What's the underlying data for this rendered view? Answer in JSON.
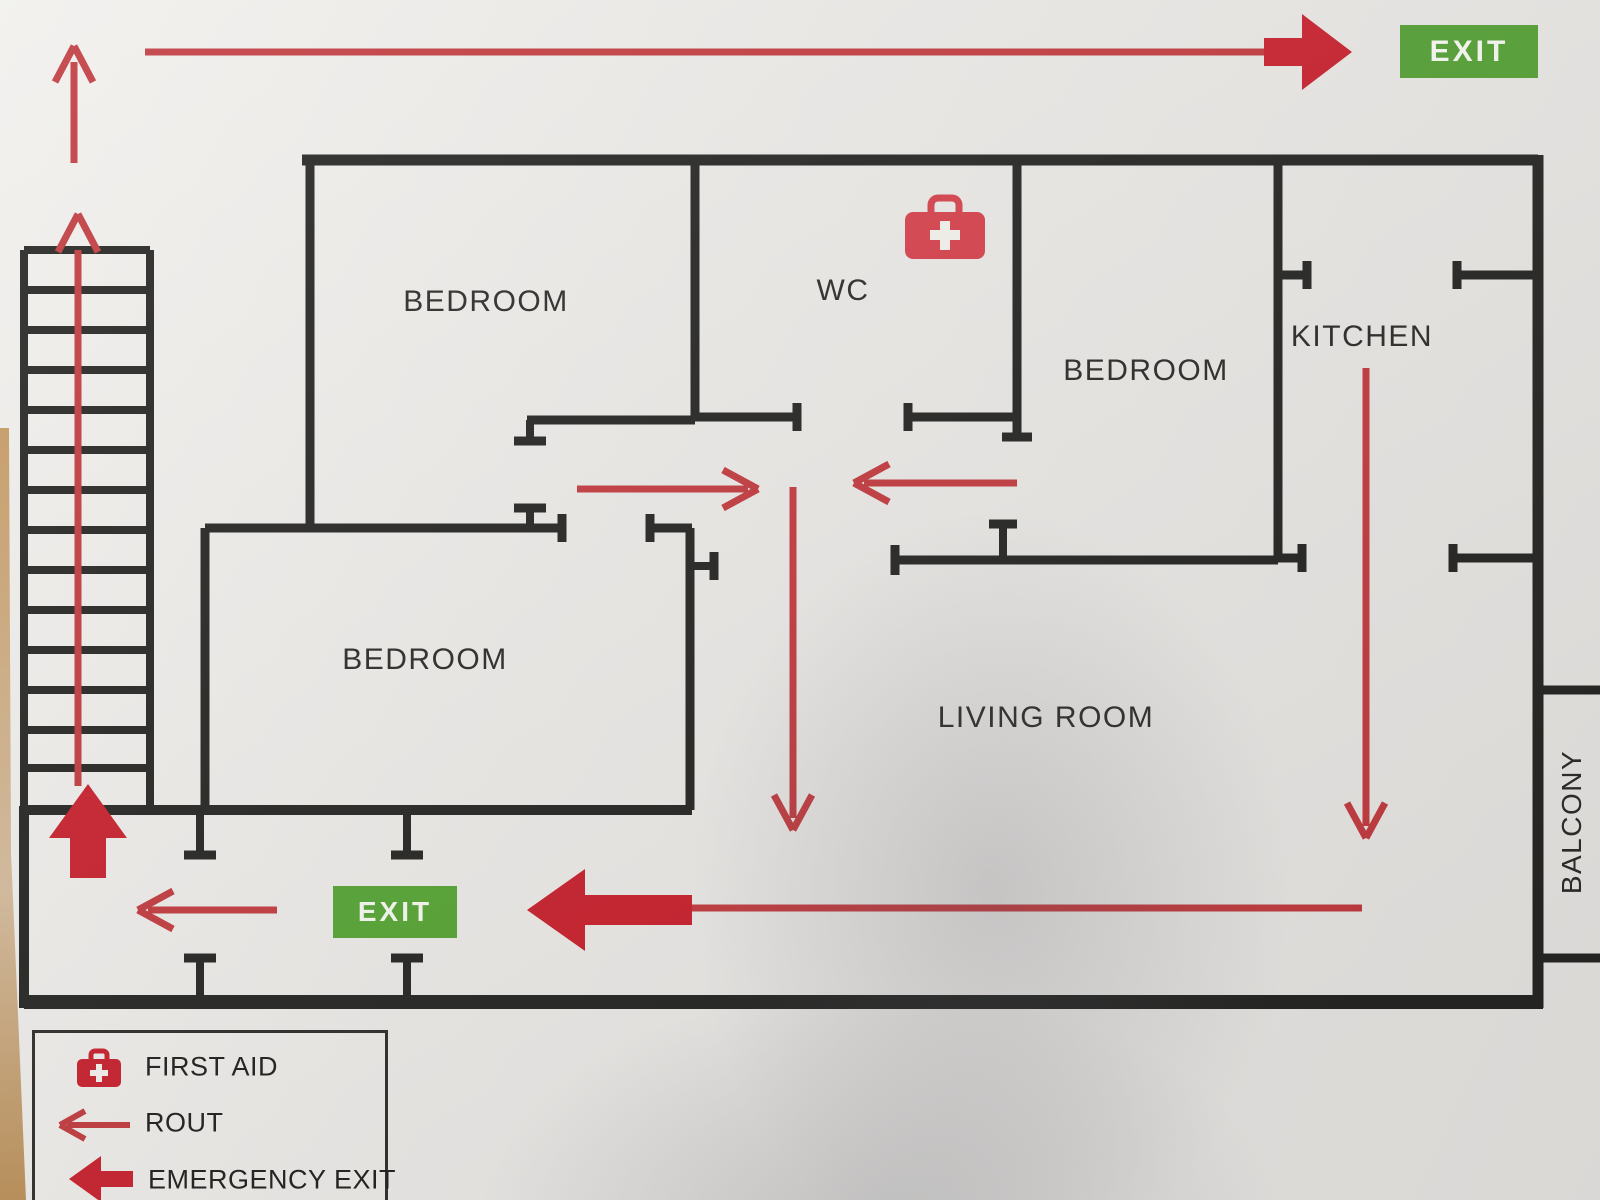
{
  "plan": {
    "title_semantic": "fire-evacuation-floor-plan",
    "rooms": [
      {
        "id": "bedroom-top-left",
        "label": "BEDROOM"
      },
      {
        "id": "wc",
        "label": "WC"
      },
      {
        "id": "bedroom-middle",
        "label": "BEDROOM"
      },
      {
        "id": "kitchen",
        "label": "KITCHEN"
      },
      {
        "id": "bedroom-bottom-left",
        "label": "BEDROOM"
      },
      {
        "id": "living-room",
        "label": "LIVING ROOM"
      },
      {
        "id": "balcony",
        "label": "BALCONY"
      }
    ],
    "exit_signs": {
      "top": "EXIT",
      "bottom": "EXIT"
    }
  },
  "legend": {
    "items": [
      {
        "icon": "first-aid-icon",
        "label": "FIRST AID"
      },
      {
        "icon": "route-arrow-icon",
        "label": "ROUT"
      },
      {
        "icon": "emergency-exit-arrow-icon",
        "label": "EMERGENCY EXIT"
      }
    ]
  },
  "colors": {
    "route_red": "#c03a3e",
    "emergency_red": "#c6202c",
    "exit_green": "#539e33",
    "first_aid_red": "#d4404a",
    "wall_black": "#242422",
    "paper": "#eae8e5",
    "wood_edge": "#bb8e56",
    "label_text": "#2b2a28"
  }
}
